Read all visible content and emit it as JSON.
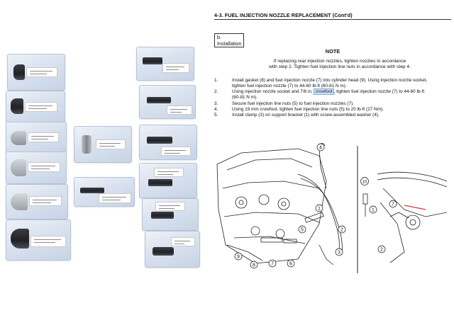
{
  "document": {
    "title": "4-3.  FUEL INJECTION NOZZLE REPLACEMENT (Cont'd)",
    "section": "b. Installation",
    "note": {
      "heading": "NOTE",
      "line1": "If replacing rear injection nozzles, tighten nozzles in accordance",
      "line2": "with step 2. Tighten fuel injection line nuts in accordance with step 4."
    },
    "steps": [
      {
        "num": "1.",
        "line1": "Install gasket (8) and fuel injection nozzle (7) into cylinder head (9). Using injection nozzle socket,",
        "line2": "tighten fuel injection nozzle (7) to 44-60 lb-ft (60-81 N m)."
      },
      {
        "num": "2.",
        "line1_before": "Using injection nozzle socket and 7/8 in. ",
        "line1_highlight": "crowfoot",
        "line1_after": ", tighten fuel injection nozzle (7) to 44-60 lb-ft",
        "line2": "(60-81 N m)."
      },
      {
        "num": "3.",
        "line1": "Secure fuel injection line nuts (5) to fuel injection nozzles (7)."
      },
      {
        "num": "4.",
        "line1": "Using 19 mm crowfoot, tighten fuel injection line nuts (5) to 20 lb-ft (27 Nm)."
      },
      {
        "num": "5.",
        "line1": "Install clamp (3) on support bracket (1) with screw-assembled washer (4)."
      }
    ],
    "figure_callouts": [
      "1",
      "2",
      "3",
      "4",
      "5",
      "6",
      "7",
      "8",
      "9",
      "10",
      "1",
      "2",
      "7"
    ]
  },
  "colors": {
    "bag_tint": "#c7d4e6",
    "tool_metal": "#2a2c30",
    "highlight": "#cfe5ff",
    "redline": "#d23a3a"
  }
}
